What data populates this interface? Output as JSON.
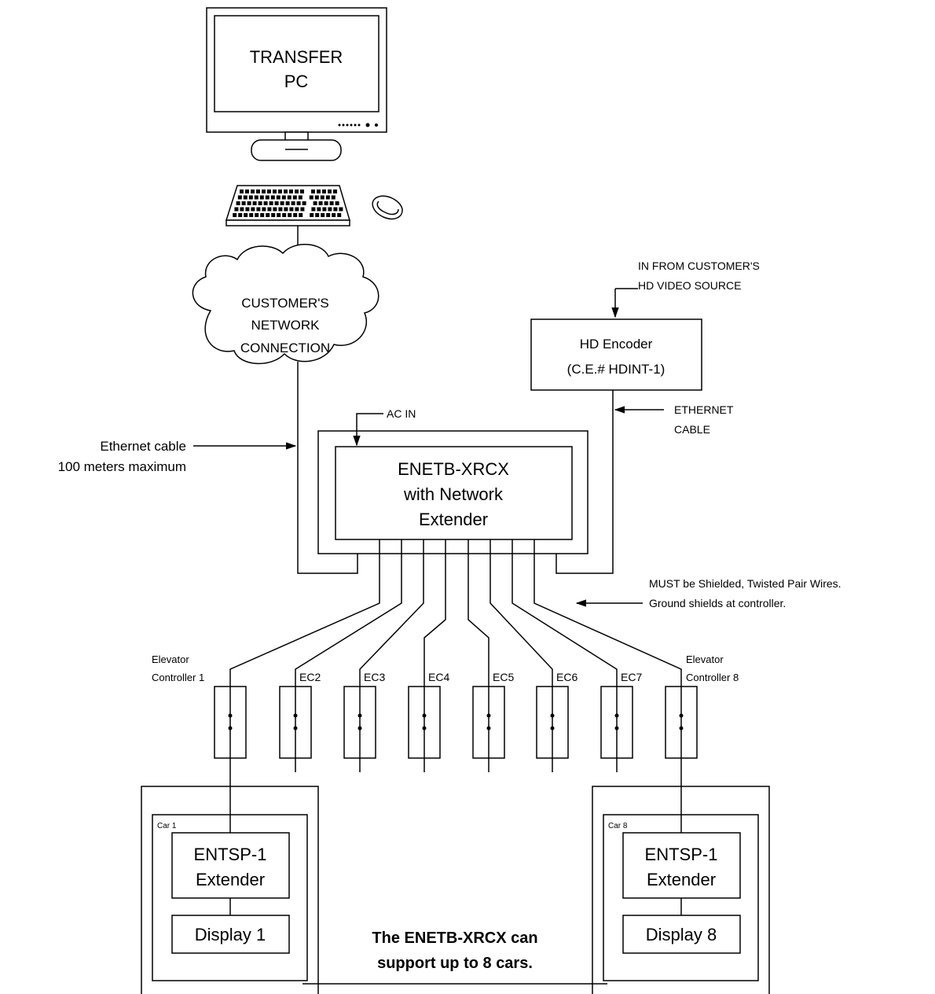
{
  "pc": {
    "line1": "TRANSFER",
    "line2": "PC"
  },
  "cloud": {
    "line1": "CUSTOMER'S",
    "line2": "NETWORK",
    "line3": "CONNECTION"
  },
  "video_source": {
    "line1": "IN FROM CUSTOMER'S",
    "line2": "HD VIDEO SOURCE"
  },
  "encoder": {
    "line1": "HD Encoder",
    "line2": "(C.E.# HDINT-1)"
  },
  "ethernet_right": {
    "line1": "ETHERNET",
    "line2": "CABLE"
  },
  "ethernet_left": {
    "line1": "Ethernet cable",
    "line2": "100 meters maximum"
  },
  "ac_in": "AC IN",
  "main_unit": {
    "line1": "ENETB-XRCX",
    "line2": "with Network",
    "line3": "Extender"
  },
  "wire_note": {
    "line1": "MUST be Shielded, Twisted Pair Wires.",
    "line2": "Ground shields at controller."
  },
  "controllers": {
    "ec1": {
      "line1": "Elevator",
      "line2": "Controller 1"
    },
    "ec2": "EC2",
    "ec3": "EC3",
    "ec4": "EC4",
    "ec5": "EC5",
    "ec6": "EC6",
    "ec7": "EC7",
    "ec8": {
      "line1": "Elevator",
      "line2": "Controller 8"
    }
  },
  "car1": {
    "label": "Car 1",
    "ext1": "ENTSP-1",
    "ext2": "Extender",
    "display": "Display 1"
  },
  "car8": {
    "label": "Car 8",
    "ext1": "ENTSP-1",
    "ext2": "Extender",
    "display": "Display 8"
  },
  "footer": {
    "line1": "The ENETB-XRCX can",
    "line2": "support up to 8 cars."
  }
}
